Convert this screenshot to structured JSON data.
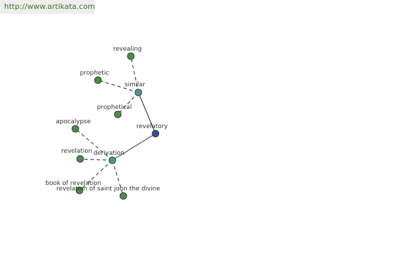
{
  "header": {
    "url": "http://www.artikata.com"
  },
  "colors": {
    "root_node": "#3a4a9c",
    "hub_node": "#4f9494",
    "leaf_node": "#4f8a4a",
    "node_stroke": "#2e2e2e",
    "edge": "#222222",
    "label": "#333333",
    "url_text": "#3f7a28",
    "url_bg": "#eeeeee"
  },
  "graph": {
    "nodes": [
      {
        "id": "revelatory",
        "label": "revelatory",
        "kind": "root"
      },
      {
        "id": "similar",
        "label": "similar",
        "kind": "hub"
      },
      {
        "id": "derivation",
        "label": "derivation",
        "kind": "hub"
      },
      {
        "id": "revealing",
        "label": "revealing",
        "kind": "leaf"
      },
      {
        "id": "prophetic",
        "label": "prophetic",
        "kind": "leaf"
      },
      {
        "id": "prophetical",
        "label": "prophetical",
        "kind": "leaf"
      },
      {
        "id": "apocalypse",
        "label": "apocalypse",
        "kind": "leaf"
      },
      {
        "id": "revelation",
        "label": "revelation",
        "kind": "leaf"
      },
      {
        "id": "book-of-revelation",
        "label": "book of revelation",
        "kind": "leaf"
      },
      {
        "id": "revelation-of-saint-john",
        "label": "revelation of saint john the divine",
        "kind": "leaf"
      }
    ],
    "edges": [
      {
        "from": "revelatory",
        "to": "similar",
        "style": "solid"
      },
      {
        "from": "revelatory",
        "to": "derivation",
        "style": "solid"
      },
      {
        "from": "similar",
        "to": "revealing",
        "style": "dashed"
      },
      {
        "from": "similar",
        "to": "prophetic",
        "style": "dashed"
      },
      {
        "from": "similar",
        "to": "prophetical",
        "style": "dashed"
      },
      {
        "from": "derivation",
        "to": "apocalypse",
        "style": "dashed"
      },
      {
        "from": "derivation",
        "to": "revelation",
        "style": "dashed"
      },
      {
        "from": "derivation",
        "to": "book-of-revelation",
        "style": "dashed"
      },
      {
        "from": "derivation",
        "to": "revelation-of-saint-john",
        "style": "dashed"
      }
    ]
  }
}
